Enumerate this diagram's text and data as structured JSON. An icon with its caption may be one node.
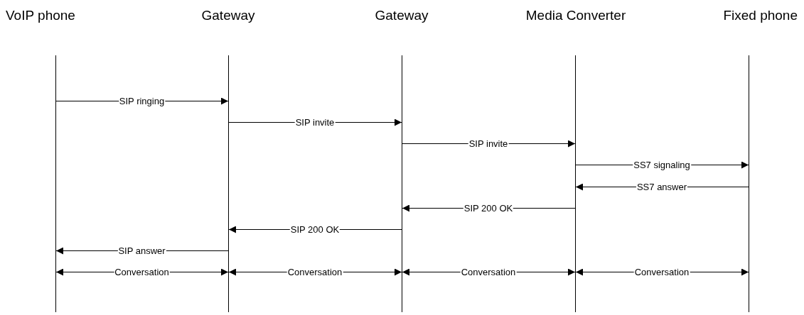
{
  "diagram": {
    "nodes": [
      {
        "text": [
          "VoIP phone"
        ]
      },
      {
        "text": [
          "Gateway"
        ]
      },
      {
        "text": [
          "Gateway"
        ]
      },
      {
        "text": [
          "Media Converter"
        ]
      },
      {
        "text": [
          "Fixed phone"
        ]
      },
      {
        "text": [],
        "shape": "line"
      },
      {
        "text": [],
        "shape": "line"
      },
      {
        "text": [],
        "shape": "line"
      },
      {
        "text": [],
        "shape": "line"
      },
      {
        "text": [],
        "shape": "line"
      }
    ],
    "edges": [
      {
        "from": 5,
        "to": 6,
        "arrow": "to",
        "label": "SIP ringing"
      },
      {
        "from": 6,
        "to": 7,
        "arrow": "to",
        "label": "SIP invite"
      },
      {
        "from": 7,
        "to": 8,
        "arrow": "to",
        "label": "SIP invite"
      },
      {
        "from": 8,
        "to": 9,
        "arrow": "to",
        "label": "SS7 signaling"
      },
      {
        "from": 9,
        "to": 8,
        "arrow": "to",
        "label": "SS7 answer"
      },
      {
        "from": 8,
        "to": 7,
        "arrow": "to",
        "label": "SIP 200 OK"
      },
      {
        "from": 7,
        "to": 6,
        "arrow": "to",
        "label": "SIP 200 OK"
      },
      {
        "from": 6,
        "to": 5,
        "arrow": "to",
        "label": "SIP answer"
      },
      {
        "from": 5,
        "to": 6,
        "arrow": "both",
        "label": "Conversation"
      },
      {
        "from": 6,
        "to": 7,
        "arrow": "both",
        "label": "Conversation"
      },
      {
        "from": 7,
        "to": 8,
        "arrow": "both",
        "label": "Conversation"
      },
      {
        "from": 8,
        "to": 9,
        "arrow": "both",
        "label": "Conversation"
      }
    ]
  }
}
